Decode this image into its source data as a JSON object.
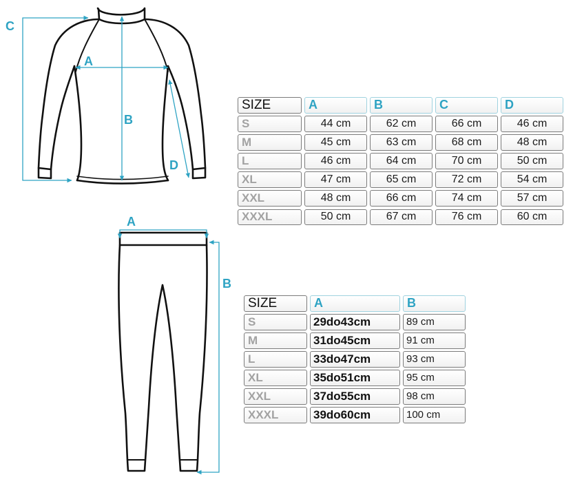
{
  "colors": {
    "accent": "#2ea3c3",
    "outline": "#111111",
    "label_grey": "#a2a2a2",
    "cell_border": "#7a7a7a"
  },
  "shirt_labels": {
    "a": "A",
    "b": "B",
    "c": "C",
    "d": "D"
  },
  "pants_labels": {
    "a": "A",
    "b": "B"
  },
  "top_table": {
    "header": [
      "SIZE",
      "A",
      "B",
      "C",
      "D"
    ],
    "rows": [
      [
        "S",
        "44 cm",
        "62 cm",
        "66 cm",
        "46 cm"
      ],
      [
        "M",
        "45 cm",
        "63 cm",
        "68 cm",
        "48 cm"
      ],
      [
        "L",
        "46 cm",
        "64 cm",
        "70 cm",
        "50 cm"
      ],
      [
        "XL",
        "47 cm",
        "65 cm",
        "72 cm",
        "54 cm"
      ],
      [
        "XXL",
        "48 cm",
        "66 cm",
        "74 cm",
        "57 cm"
      ],
      [
        "XXXL",
        "50 cm",
        "67 cm",
        "76 cm",
        "60 cm"
      ]
    ]
  },
  "bottom_table": {
    "header": [
      "SIZE",
      "A",
      "B"
    ],
    "rows": [
      [
        "S",
        "29do43cm",
        "89 cm"
      ],
      [
        "M",
        "31do45cm",
        "91 cm"
      ],
      [
        "L",
        "33do47cm",
        "93 cm"
      ],
      [
        "XL",
        "35do51cm",
        "95 cm"
      ],
      [
        "XXL",
        "37do55cm",
        "98 cm"
      ],
      [
        "XXXL",
        "39do60cm",
        "100 cm"
      ]
    ]
  }
}
